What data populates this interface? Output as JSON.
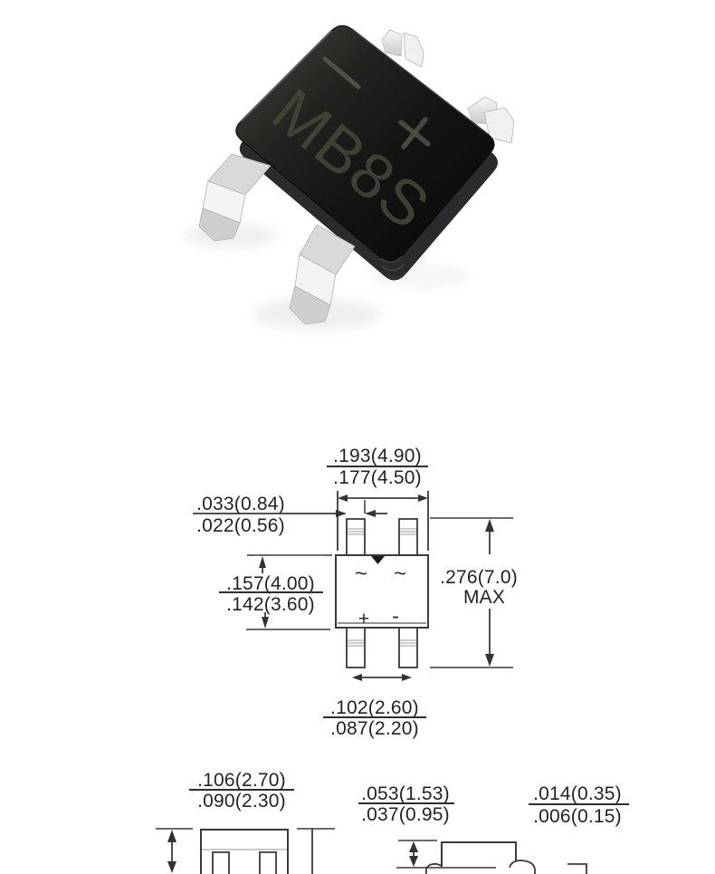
{
  "photo": {
    "part_marking": "MB8S",
    "minus_marking": "-",
    "plus_marking": "+"
  },
  "diagram": {
    "body_markings": {
      "ac_left": "~",
      "ac_right": "~",
      "plus": "+",
      "minus": "-"
    },
    "dims": {
      "body_width": {
        "max": ".193(4.90)",
        "min": ".177(4.50)"
      },
      "terminal_width": {
        "max": ".033(0.84)",
        "min": ".022(0.56)"
      },
      "body_height": {
        "max": ".157(4.00)",
        "min": ".142(3.60)"
      },
      "overall_height": {
        "value": ".276(7.0)",
        "qualifier": "MAX"
      },
      "terminal_pitch": {
        "max": ".102(2.60)",
        "min": ".087(2.20)"
      },
      "body_thickness": {
        "max": ".106(2.70)",
        "min": ".090(2.30)"
      },
      "standoff_height": {
        "max": ".053(1.53)",
        "min": ".037(0.95)"
      },
      "terminal_thickness": {
        "max": ".014(0.35)",
        "min": ".006(0.15)"
      }
    }
  },
  "colors": {
    "line": "#3a3a3a",
    "text": "#232323",
    "body_dark": "#141414",
    "lead_silver": "#e8e8e8"
  }
}
